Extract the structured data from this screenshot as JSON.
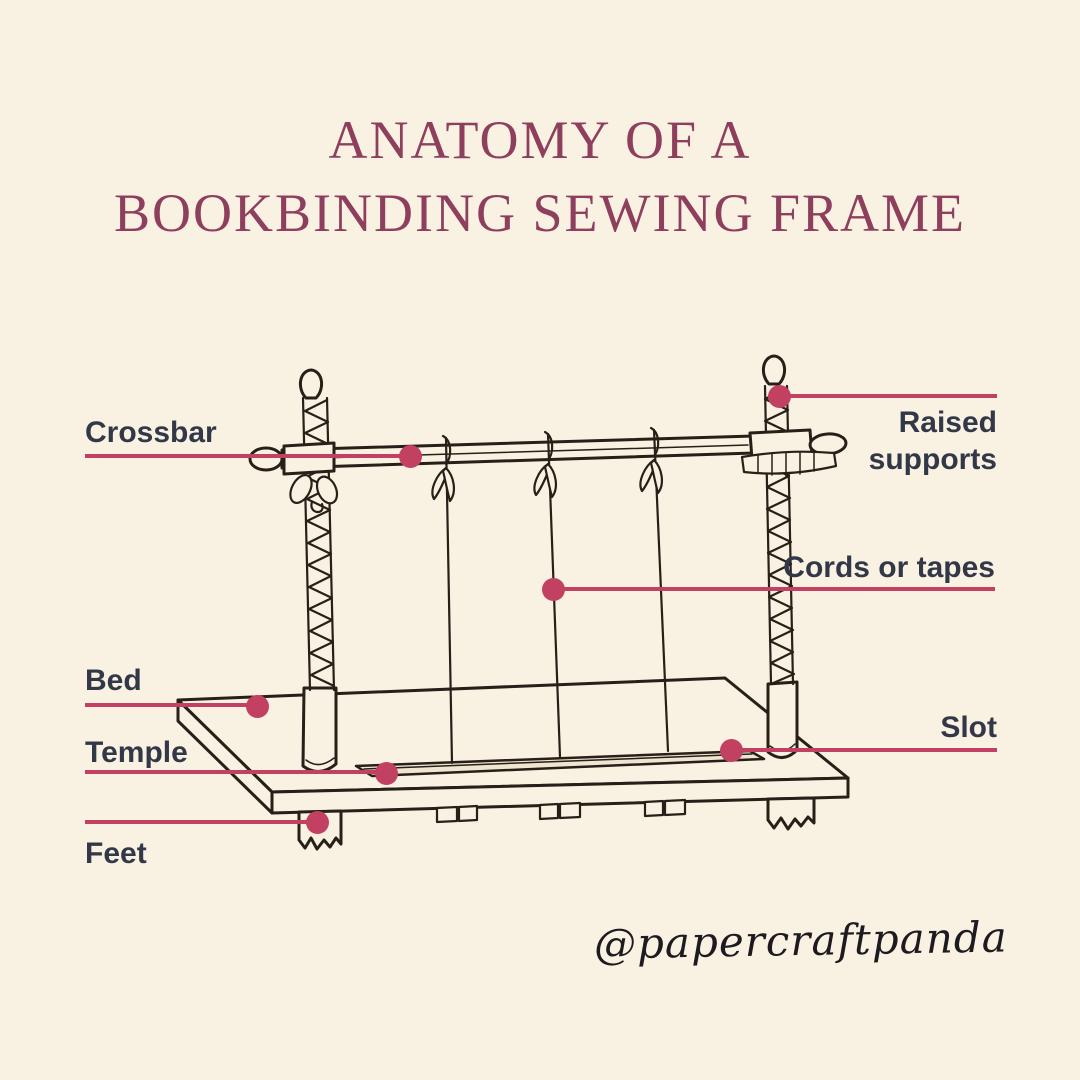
{
  "title": {
    "line1": "ANATOMY OF A",
    "line2": "BOOKBINDING SEWING FRAME"
  },
  "labels": {
    "crossbar": "Crossbar",
    "raised_supports": "Raised supports",
    "cords_or_tapes": "Cords or tapes",
    "bed": "Bed",
    "temple": "Temple",
    "slot": "Slot",
    "feet": "Feet"
  },
  "signature": "@papercraftpanda",
  "colors": {
    "background": "#F9F2E2",
    "accent": "#C24062",
    "title_color": "#8F3F5E",
    "label_color": "#333848",
    "ink": "#262019"
  }
}
